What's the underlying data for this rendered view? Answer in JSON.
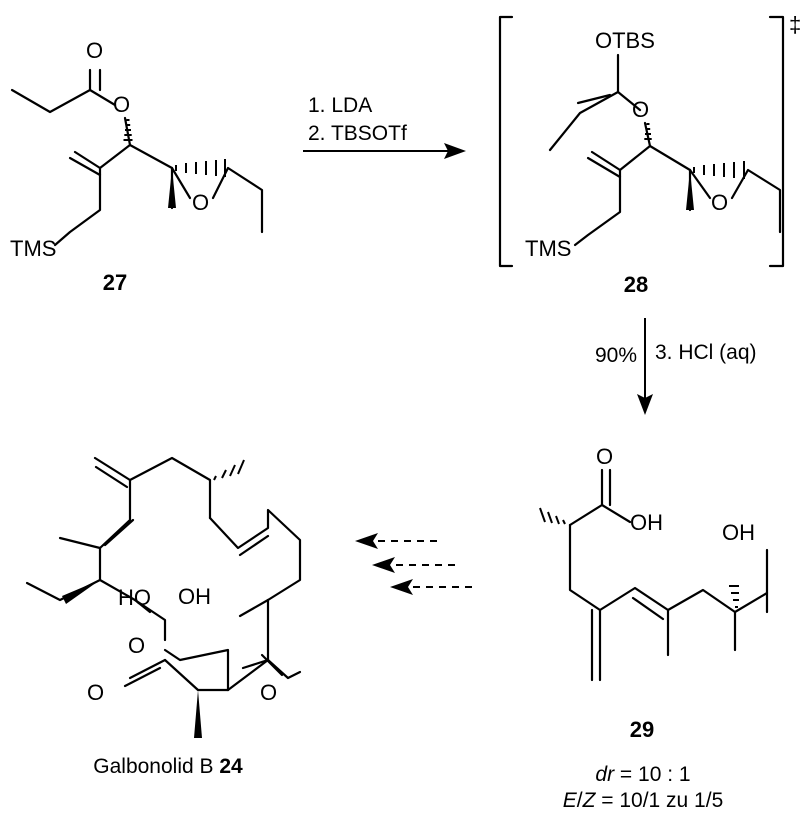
{
  "reagents": {
    "step1": "1. LDA",
    "step2": "2. TBSOTf",
    "step3": "3. HCl (aq)",
    "yield": "90%"
  },
  "compounds": {
    "c27": {
      "label": "27",
      "atoms": {
        "o_carbonyl": "O",
        "o_ester": "O",
        "o_epoxide": "O",
        "tms": "TMS"
      }
    },
    "c28": {
      "label": "28",
      "atoms": {
        "otbs": "OTBS",
        "o_enol": "O",
        "o_epoxide": "O",
        "tms": "TMS"
      },
      "ts_symbol": "‡"
    },
    "c29": {
      "label": "29",
      "atoms": {
        "o_carbonyl": "O",
        "oh_acid": "OH",
        "oh_alcohol": "OH"
      },
      "dr_prefix": "dr",
      "dr_value": " = 10 : 1",
      "ez_e": "E",
      "ez_slash": "/",
      "ez_z": "Z",
      "ez_value": " = 10/1 zu 1/5"
    },
    "c24": {
      "name": "Galbonolid B ",
      "label": "24",
      "atoms": {
        "ho": "HO",
        "oh": "OH",
        "o_ring": "O",
        "o_left": "O",
        "o_right": "O"
      }
    }
  }
}
